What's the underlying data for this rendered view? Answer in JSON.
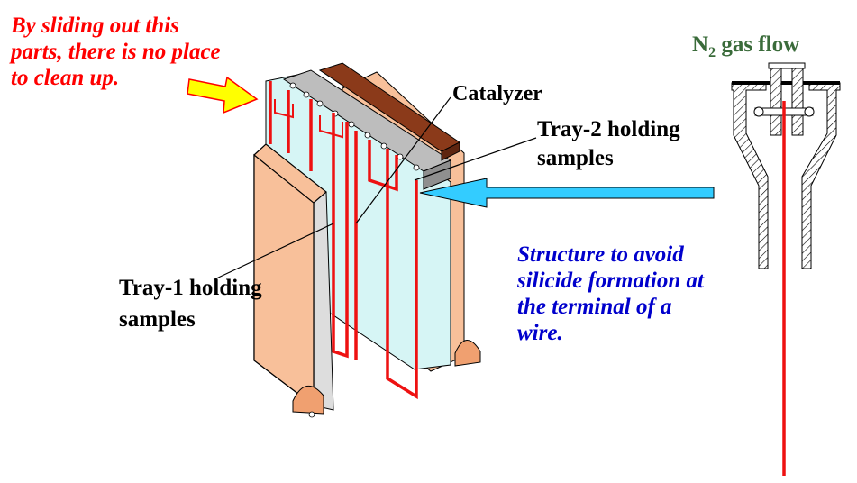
{
  "labels": {
    "sliding_note": "By sliding out this\nparts, there is no place\nto clean up.",
    "catalyzer": "Catalyzer",
    "tray2": "Tray-2 holding\nsamples",
    "tray1": "Tray-1  holding\nsamples",
    "structure_note": "Structure to avoid\nsilicide formation at\nthe terminal of a\nwire.",
    "n2_symbol": "N",
    "n2_subscript": "2",
    "gas_flow": " gas flow"
  },
  "colors": {
    "note_red": "#ff0000",
    "note_blue": "#0000cc",
    "gas_green": "#3a6b3a",
    "wire_red": "#ee1111",
    "tray_peach": "#f8c09a",
    "tray_cyan": "#d6f5f5",
    "arrow_cyan": "#33ccff",
    "arrow_yellow": "#ffff00"
  }
}
